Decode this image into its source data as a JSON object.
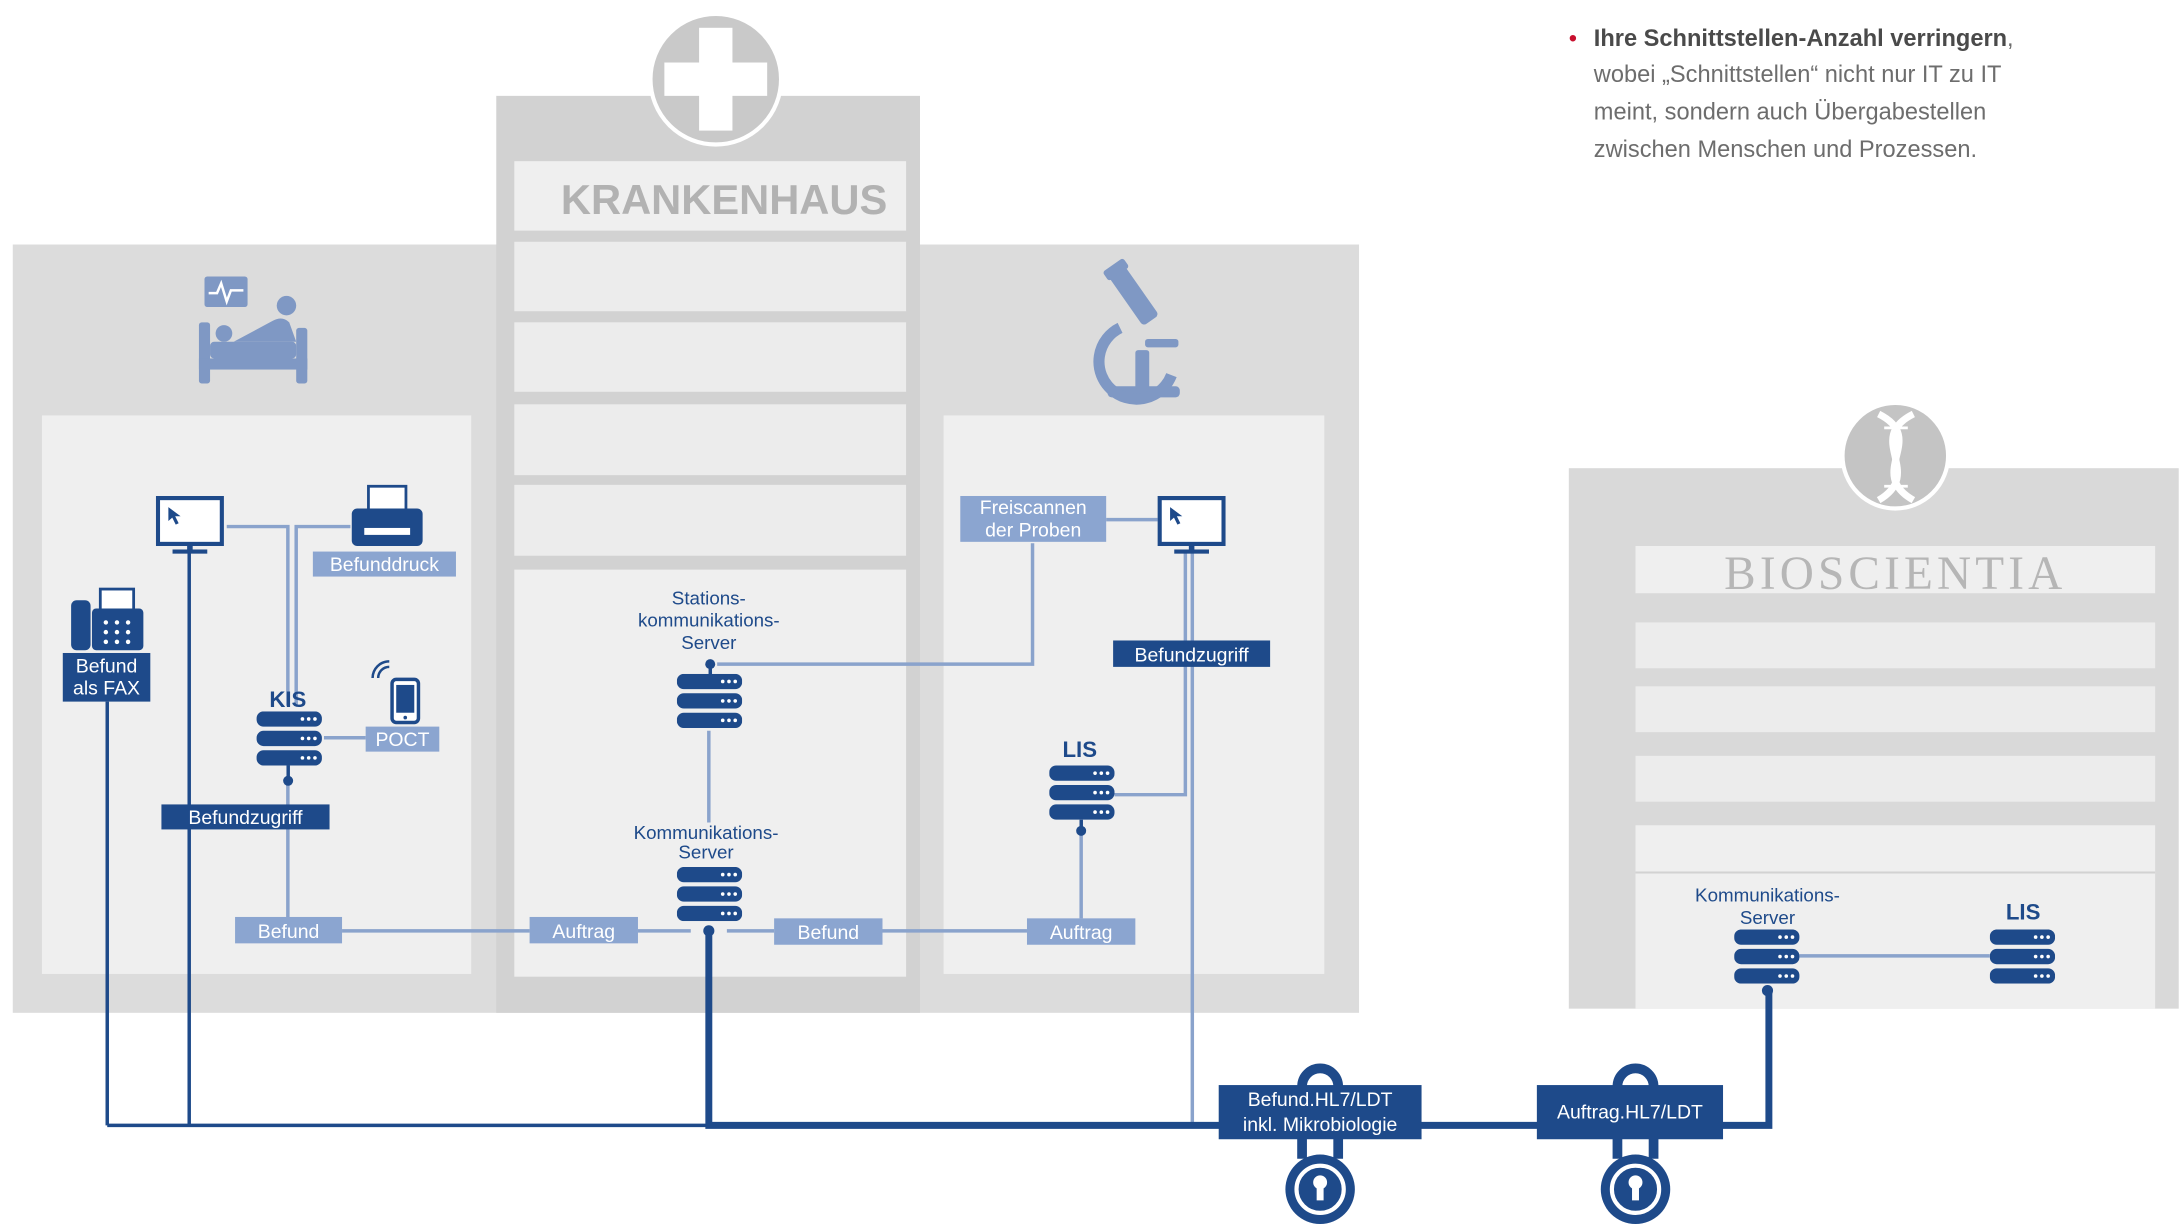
{
  "note": {
    "marker": "•",
    "lead": "Ihre Schnittstellen-Anzahl verringern",
    "lead_suffix": ",",
    "lines": [
      "wobei „Schnittstellen“ nicht nur IT zu IT",
      "meint, sondern auch Übergabestellen",
      "zwischen Menschen und Prozessen."
    ]
  },
  "hospital": {
    "sign": "KRANKENHAUS",
    "emblem_icon": "medical-cross-icon",
    "ward": {
      "icon": "patient-bed-icon",
      "fax_label": [
        "Befund",
        "als FAX"
      ],
      "printer_label": "Befunddruck",
      "kis_label": "KIS",
      "poct_label": "POCT",
      "access_label": "Befundzugriff",
      "result_label": "Befund"
    },
    "center": {
      "order_label": "Auftrag",
      "station_server_label": [
        "Stations-",
        "kommunikations-",
        "Server"
      ],
      "comm_server_label": [
        "Kommunikations-",
        "Server"
      ],
      "result_label": "Befund"
    },
    "lab": {
      "icon": "microscope-icon",
      "scan_label": [
        "Freiscannen",
        "der Proben"
      ],
      "access_label": "Befundzugriff",
      "lis_label": "LIS",
      "order_label": "Auftrag"
    }
  },
  "connections": {
    "result_link": [
      "Befund.HL7/LDT",
      "inkl. Mikrobiologie"
    ],
    "order_link": "Auftrag.HL7/LDT",
    "lock_icon": "padlock-icon"
  },
  "bioscientia": {
    "sign": "BIOSCIENTIA",
    "emblem_icon": "dna-helix-icon",
    "comm_server_label": [
      "Kommunikations-",
      "Server"
    ],
    "lis_label": "LIS"
  },
  "colors": {
    "dark_blue": "#1e4a8a",
    "label_blue": "#8ba5d0",
    "line_blue": "#8aa3cc",
    "icon_blue": "#7f98c4",
    "accent_red": "#c8102e"
  }
}
